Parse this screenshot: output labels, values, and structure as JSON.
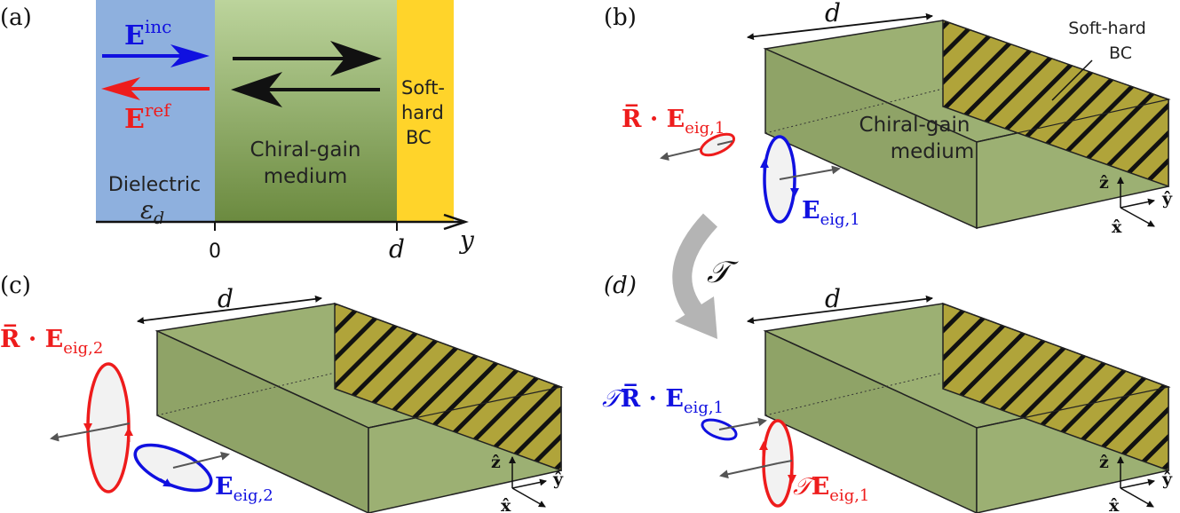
{
  "colors": {
    "dielectric": "#8eb0de",
    "medium_top": "#bcd49c",
    "medium_bottom": "#6b8a3f",
    "soft_hard": "#ffd42a",
    "box_face": "#9cb073",
    "hatch_bg": "#b0a43a",
    "red": "#ee1c1c",
    "blue": "#1010e0",
    "gray_arrow": "#b4b4b4"
  },
  "panel_a": {
    "label": "(a)",
    "e_inc_main": "E",
    "e_inc_sup": "inc",
    "e_ref_main": "E",
    "e_ref_sup": "ref",
    "soft_hard_line1": "Soft-",
    "soft_hard_line2": "hard",
    "soft_hard_line3": "BC",
    "medium_line1": "Chiral-gain",
    "medium_line2": "medium",
    "dielectric_line1": "Dielectric",
    "dielectric_eps": "ε",
    "dielectric_eps_sub": "d",
    "tick_zero": "0",
    "tick_d": "d",
    "axis_label": "y"
  },
  "panel_b": {
    "label": "(b)",
    "d_label": "d",
    "bc_line1": "Soft-hard",
    "bc_line2": "BC",
    "medium_line1": "Chiral-gain",
    "medium_line2": "medium",
    "red_main": "R̅ · E",
    "red_sub": "eig,1",
    "blue_main": "E",
    "blue_sub": "eig,1",
    "axis_z": "ẑ",
    "axis_y": "ŷ",
    "axis_x": "x̂"
  },
  "panel_c": {
    "label": "(c)",
    "d_label": "d",
    "red_main": "R̅ · E",
    "red_sub": "eig,2",
    "blue_main": "E",
    "blue_sub": "eig,2",
    "axis_z": "ẑ",
    "axis_y": "ŷ",
    "axis_x": "x̂"
  },
  "panel_d": {
    "label": "(d)",
    "d_label": "d",
    "blue_main_pre": "𝒯",
    "blue_main": "R̅ · E",
    "blue_sub": "eig,1",
    "red_pre": "𝒯",
    "red_main": "E",
    "red_sub": "eig,1",
    "axis_z": "ẑ",
    "axis_y": "ŷ",
    "axis_x": "x̂"
  },
  "transform_symbol": "𝒯"
}
